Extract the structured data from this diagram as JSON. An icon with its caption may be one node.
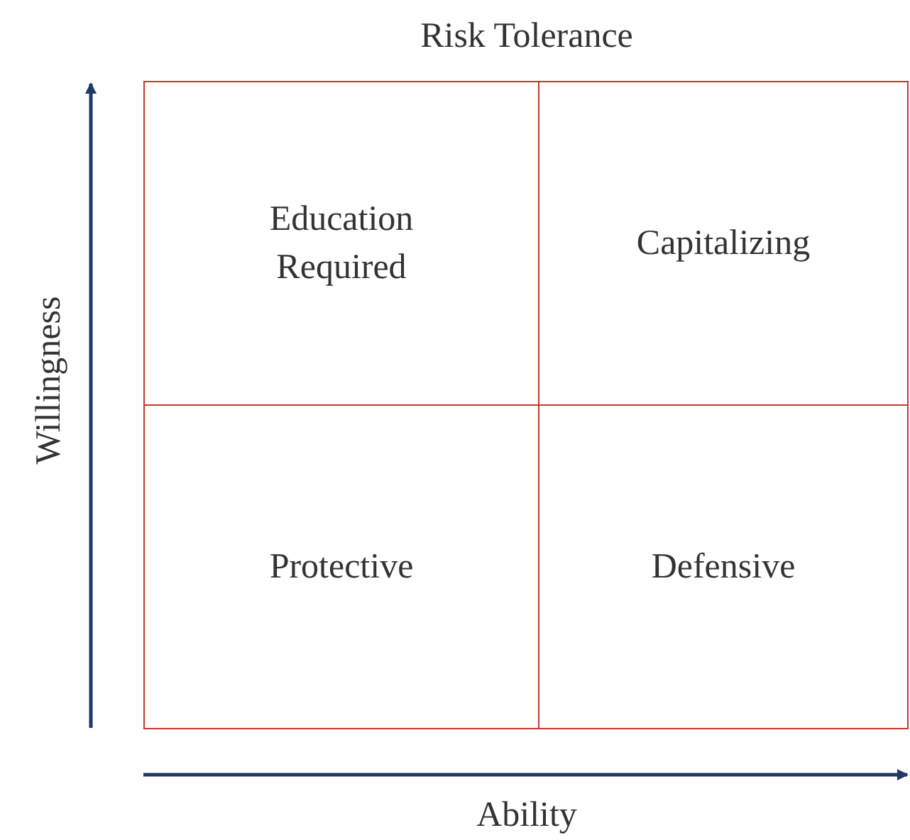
{
  "diagram": {
    "title": "Risk Tolerance",
    "nodes": [
      {
        "text": [
          "Education Required"
        ]
      },
      {
        "text": [
          "Capitalizing"
        ]
      },
      {
        "text": [
          "Protective"
        ]
      },
      {
        "text": [
          "Defensive"
        ]
      }
    ],
    "labels": [
      "Willingness",
      "Ability"
    ]
  }
}
